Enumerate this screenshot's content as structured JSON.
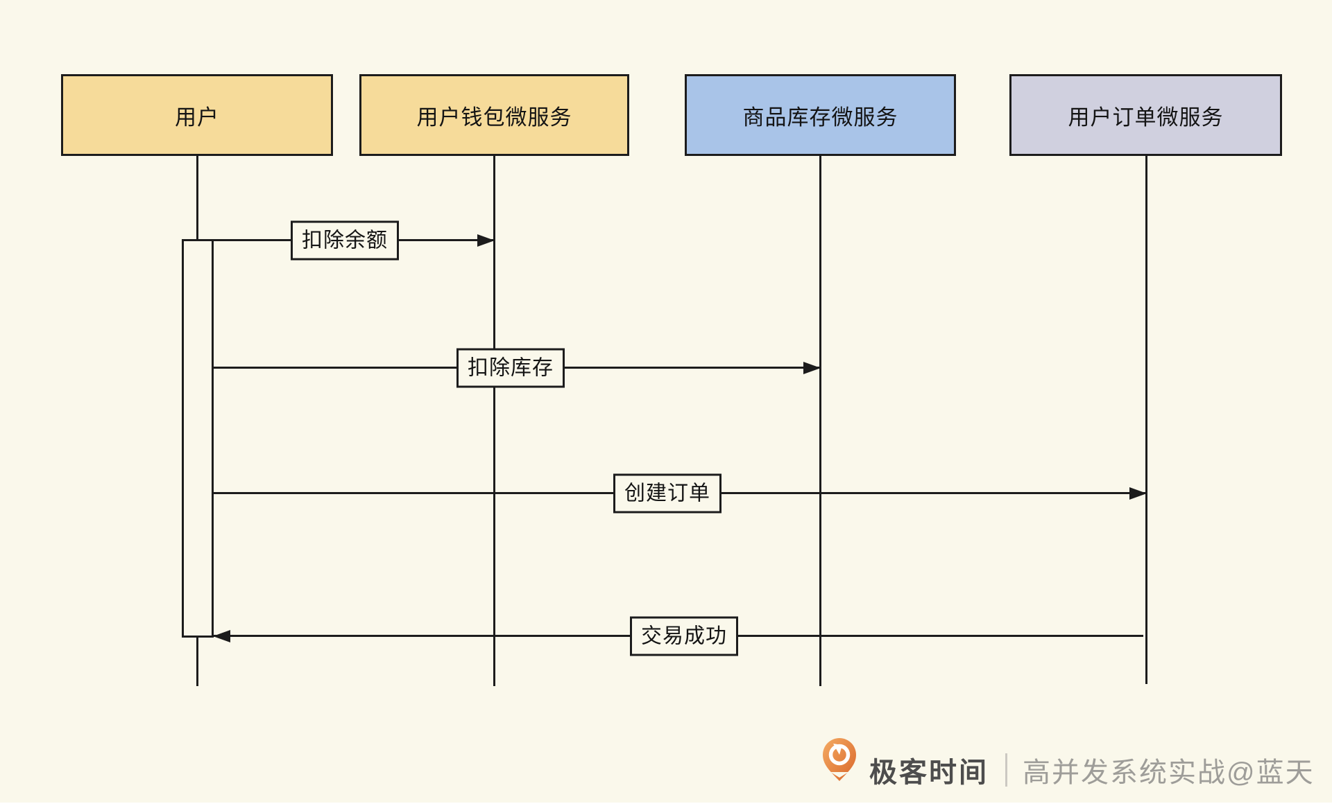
{
  "canvas": {
    "background": "#faf8eb",
    "bottom_strip_color": "#ffffff"
  },
  "colors": {
    "line": "#1c1c1c",
    "actor_yellow": "#f6db9a",
    "actor_blue": "#a9c4e8",
    "actor_lavender": "#d0d0df",
    "label_fill": "#faf8eb"
  },
  "actors": [
    {
      "label": "用户",
      "fill": "#f6db9a"
    },
    {
      "label": "用户钱包微服务",
      "fill": "#f6db9a"
    },
    {
      "label": "商品库存微服务",
      "fill": "#a9c4e8"
    },
    {
      "label": "用户订单微服务",
      "fill": "#d0d0df"
    }
  ],
  "messages": [
    {
      "label": "扣除余额",
      "from": "用户",
      "to": "用户钱包微服务",
      "direction": "right"
    },
    {
      "label": "扣除库存",
      "from": "用户",
      "to": "商品库存微服务",
      "direction": "right"
    },
    {
      "label": "创建订单",
      "from": "用户",
      "to": "用户订单微服务",
      "direction": "right"
    },
    {
      "label": "交易成功",
      "from": "用户订单微服务",
      "to": "用户",
      "direction": "left"
    }
  ],
  "footer": {
    "logo": "geektime-logo",
    "brand": "极客时间",
    "divider_color": "#ccc9c2",
    "credit": "高并发系统实战@蓝天",
    "brand_color": "#4d4d4d",
    "credit_color": "#9e9d99",
    "logo_gradient_start": "#f4ab63",
    "logo_gradient_end": "#d9662a"
  }
}
